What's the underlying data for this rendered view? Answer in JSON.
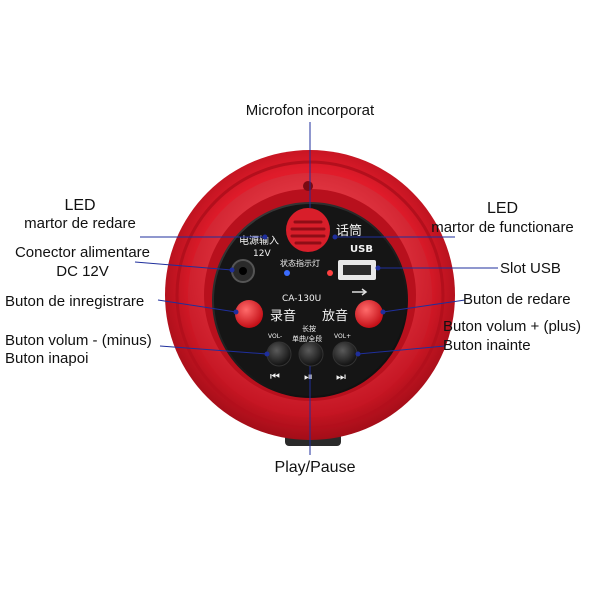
{
  "labels": {
    "microfon": "Microfon incorporat",
    "led_redare_1": "LED",
    "led_redare_2": "martor de redare",
    "led_functionare_1": "LED",
    "led_functionare_2": "martor de functionare",
    "conector_1": "Conector alimentare",
    "conector_2": "DC 12V",
    "slot_usb": "Slot USB",
    "buton_inregistrare": "Buton de inregistrare",
    "buton_redare": "Buton de redare",
    "volum_minus": "Buton volum - (minus)",
    "inapoi": "Buton inapoi",
    "volum_plus": "Buton volum + (plus)",
    "inainte": "Buton inainte",
    "play_pause": "Play/Pause"
  },
  "device": {
    "mic_text": "话筒",
    "power_text_1": "电源输入",
    "power_text_2": "12V",
    "status_text": "状态指示灯",
    "usb_text": "USB",
    "model_text": "CA-130U",
    "record_text": "录音",
    "play_text": "放音",
    "long_press_text": "长按",
    "mode_text": "单曲/全段",
    "vol_minus_text": "VOL-",
    "vol_plus_text": "VOL+",
    "prev_glyph": "⏮",
    "playpause_glyph": "⏯",
    "next_glyph": "⏭"
  },
  "colors": {
    "body_red": "#e01b2a",
    "panel_black": "#161616",
    "leader_blue": "#1f2f9c"
  }
}
